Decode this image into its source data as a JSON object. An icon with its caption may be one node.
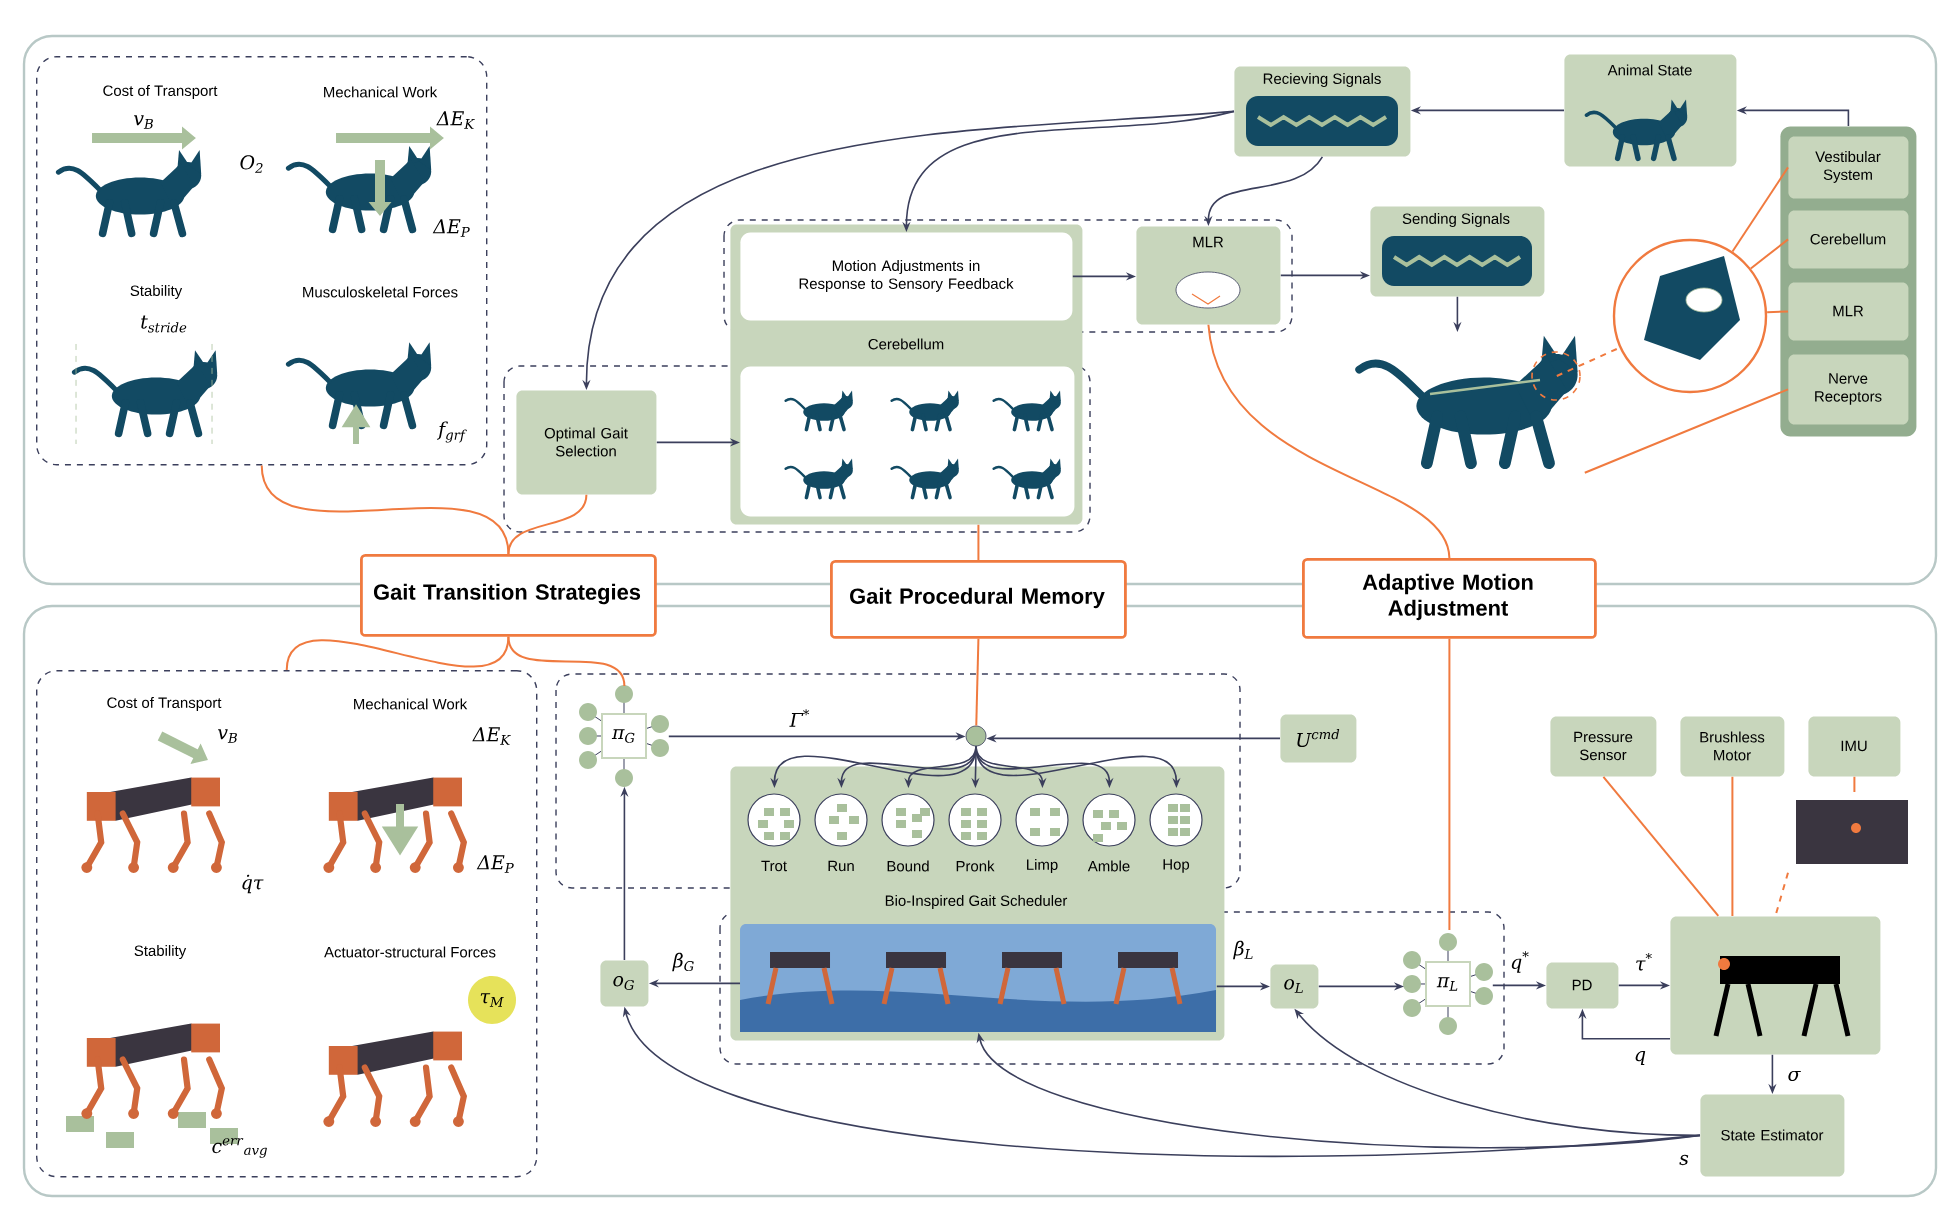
{
  "diagram": {
    "nodes": [
      {
        "text": [],
        "shape": "box"
      },
      {
        "text": [
          "Cost of Transport",
          "v$_{B}$",
          "O$_{2}$"
        ],
        "in": 0
      },
      {
        "text": [
          "Mechanical Work",
          "ΔE$_{K}$",
          "ΔE$_{P}$"
        ],
        "in": 0
      },
      {
        "text": [
          "Stability",
          "t$_{stride}$"
        ],
        "in": 0
      },
      {
        "text": [
          "Musculoskeletal Forces",
          "f$_{grf}$"
        ],
        "in": 0
      },
      {
        "text": [
          "Cerebellum"
        ]
      },
      {
        "text": [
          "Motion Adjustments in Response to Sensory Feedback"
        ],
        "in": 5
      },
      {
        "text": [],
        "shape": "picture",
        "in": 5
      },
      {
        "text": [
          "Optimal Gait Selection"
        ]
      },
      {
        "text": [
          "MLR"
        ]
      },
      {
        "text": [
          "Recieving Signals"
        ]
      },
      {
        "text": [
          "Animal State"
        ]
      },
      {
        "text": [
          "Sending Signals"
        ]
      },
      {
        "text": [],
        "shape": "picture"
      },
      {
        "text": [],
        "shape": "circle"
      },
      {
        "text": [],
        "shape": "box"
      },
      {
        "text": [
          "Vestibular System"
        ],
        "in": 15
      },
      {
        "text": [
          "Cerebellum"
        ],
        "in": 15
      },
      {
        "text": [
          "MLR"
        ],
        "in": 15
      },
      {
        "text": [
          "Nerve Receptors"
        ],
        "in": 15
      },
      {
        "text": [
          "Gait Transition Strategies"
        ]
      },
      {
        "text": [
          "Gait Procedural Memory"
        ]
      },
      {
        "text": [
          "Adaptive Motion Adjustment"
        ]
      },
      {
        "text": [],
        "shape": "box"
      },
      {
        "text": [
          "Cost of Transport",
          "v$_{B}$",
          "q̇τ"
        ],
        "in": 23
      },
      {
        "text": [
          "Mechanical Work",
          "ΔE$_{K}$",
          "ΔE$_{P}$"
        ],
        "in": 23
      },
      {
        "text": [
          "Stability",
          "c$^{err}$$_{avg}$"
        ],
        "in": 23
      },
      {
        "text": [
          "Actuator-structural Forces",
          "τ$_{M}$"
        ],
        "in": 23
      },
      {
        "text": [
          "π$_{G}$"
        ]
      },
      {
        "text": [],
        "shape": "circle"
      },
      {
        "text": [
          "U$^{cmd}$"
        ]
      },
      {
        "text": [
          "Bio-Inspired Gait Scheduler"
        ]
      },
      {
        "text": [
          "Trot"
        ],
        "in": 31
      },
      {
        "text": [
          "Run"
        ],
        "in": 31
      },
      {
        "text": [
          "Bound"
        ],
        "in": 31
      },
      {
        "text": [
          "Pronk"
        ],
        "in": 31
      },
      {
        "text": [
          "Limp"
        ],
        "in": 31
      },
      {
        "text": [
          "Amble"
        ],
        "in": 31
      },
      {
        "text": [
          "Hop"
        ],
        "in": 31
      },
      {
        "text": [],
        "shape": "picture",
        "in": 31
      },
      {
        "text": [
          "o$_{G}$"
        ]
      },
      {
        "text": [
          "o$_{L}$"
        ]
      },
      {
        "text": [
          "π$_{L}$"
        ]
      },
      {
        "text": [
          "PD"
        ]
      },
      {
        "text": [],
        "shape": "picture"
      },
      {
        "text": [
          "Pressure Sensor"
        ]
      },
      {
        "text": [
          "Brushless Motor"
        ]
      },
      {
        "text": [
          "IMU"
        ]
      },
      {
        "text": [],
        "shape": "picture"
      },
      {
        "text": [
          "State Estimator"
        ]
      }
    ],
    "edges": [
      {
        "from": 11,
        "to": 10,
        "arrow": "to"
      },
      {
        "from": 15,
        "to": 11,
        "arrow": "to"
      },
      {
        "from": 10,
        "to": 8,
        "arrow": "to"
      },
      {
        "from": 10,
        "to": 6,
        "arrow": "to"
      },
      {
        "from": 10,
        "to": 9,
        "arrow": "to"
      },
      {
        "from": 6,
        "to": 9,
        "arrow": "to"
      },
      {
        "from": 9,
        "to": 12,
        "arrow": "to"
      },
      {
        "from": 8,
        "to": 7,
        "arrow": "to"
      },
      {
        "from": 12,
        "to": 13,
        "arrow": "to"
      },
      {
        "from": 16,
        "to": 14,
        "arrow": "none",
        "color": "#f07a3f"
      },
      {
        "from": 17,
        "to": 14,
        "arrow": "none",
        "color": "#f07a3f"
      },
      {
        "from": 18,
        "to": 14,
        "arrow": "none",
        "color": "#f07a3f"
      },
      {
        "from": 19,
        "to": 13,
        "arrow": "none",
        "color": "#f07a3f"
      },
      {
        "from": 13,
        "to": 14,
        "arrow": "none",
        "style": "dashed",
        "color": "#f07a3f"
      },
      {
        "from": 20,
        "to": 0,
        "arrow": "none",
        "color": "#f07a3f"
      },
      {
        "from": 20,
        "to": 8,
        "arrow": "none",
        "color": "#f07a3f"
      },
      {
        "from": 21,
        "to": 5,
        "arrow": "none",
        "color": "#f07a3f"
      },
      {
        "from": 22,
        "to": 9,
        "arrow": "none",
        "color": "#f07a3f"
      },
      {
        "from": 20,
        "to": 23,
        "arrow": "none",
        "color": "#f07a3f"
      },
      {
        "from": 20,
        "to": 28,
        "arrow": "none",
        "color": "#f07a3f"
      },
      {
        "from": 21,
        "to": 29,
        "arrow": "none",
        "color": "#f07a3f"
      },
      {
        "from": 22,
        "to": 42,
        "arrow": "none",
        "color": "#f07a3f"
      },
      {
        "from": 28,
        "to": 29,
        "arrow": "to",
        "label": "Γ$^{*}$"
      },
      {
        "from": 30,
        "to": 29,
        "arrow": "to"
      },
      {
        "from": 29,
        "to": 32,
        "arrow": "to"
      },
      {
        "from": 29,
        "to": 33,
        "arrow": "to"
      },
      {
        "from": 29,
        "to": 34,
        "arrow": "to"
      },
      {
        "from": 29,
        "to": 35,
        "arrow": "to"
      },
      {
        "from": 29,
        "to": 36,
        "arrow": "to"
      },
      {
        "from": 29,
        "to": 37,
        "arrow": "to"
      },
      {
        "from": 29,
        "to": 38,
        "arrow": "to"
      },
      {
        "from": 39,
        "to": 40,
        "arrow": "to",
        "label": "β$_{G}$"
      },
      {
        "from": 40,
        "to": 28,
        "arrow": "to"
      },
      {
        "from": 39,
        "to": 41,
        "arrow": "to",
        "label": "β$_{L}$"
      },
      {
        "from": 41,
        "to": 42,
        "arrow": "to"
      },
      {
        "from": 42,
        "to": 43,
        "arrow": "to",
        "label": "q$^{*}$"
      },
      {
        "from": 43,
        "to": 44,
        "arrow": "to",
        "label": "τ$^{*}$"
      },
      {
        "from": 44,
        "to": 43,
        "arrow": "to",
        "label": "q"
      },
      {
        "from": 44,
        "to": 49,
        "arrow": "to",
        "label": "σ"
      },
      {
        "from": 49,
        "to": 40,
        "arrow": "to",
        "label": "s"
      },
      {
        "from": 49,
        "to": 41,
        "arrow": "to"
      },
      {
        "from": 49,
        "to": 39,
        "arrow": "to"
      },
      {
        "from": 45,
        "to": 44,
        "arrow": "none",
        "color": "#f07a3f"
      },
      {
        "from": 46,
        "to": 44,
        "arrow": "none",
        "color": "#f07a3f"
      },
      {
        "from": 47,
        "to": 48,
        "arrow": "none",
        "color": "#f07a3f"
      },
      {
        "from": 48,
        "to": 44,
        "arrow": "none",
        "style": "dashed",
        "color": "#f07a3f"
      }
    ]
  }
}
